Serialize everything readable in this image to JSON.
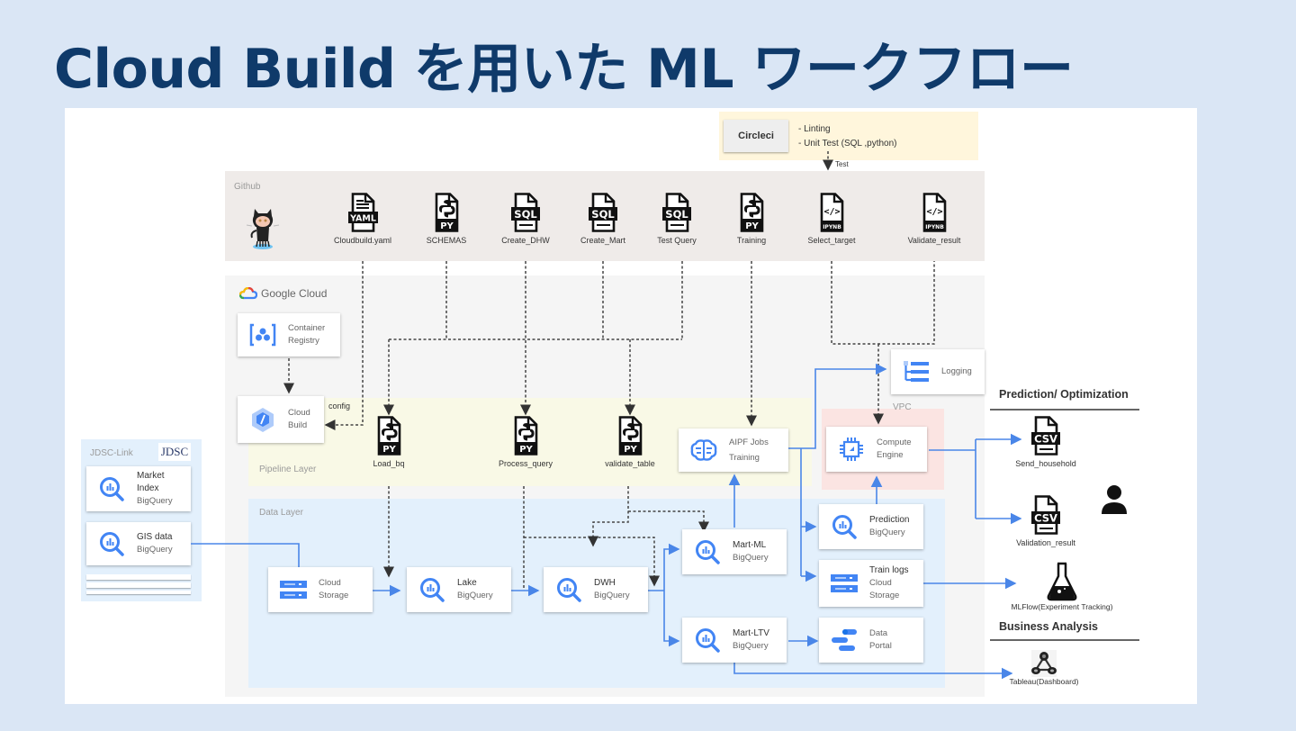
{
  "title": "Cloud Build を用いた ML ワークフロー",
  "colors": {
    "title": "#0f3a6a",
    "slide_bg": "#dae6f5",
    "gcp_blue": "#4285f4",
    "arrow_blue": "#4a86e8",
    "dashed": "#444444",
    "github_bg": "#efebe9",
    "pipeline_bg": "#f9f9e6",
    "data_bg": "#e3f0fc",
    "vpc_bg": "#fbe4e2",
    "circleci_bg": "#fff6dc"
  },
  "circleci": {
    "label": "Circleci",
    "items": [
      "- Linting",
      "- Unit Test (SQL ,python)"
    ],
    "arrow_label": "Test"
  },
  "github": {
    "label": "Github",
    "files": [
      {
        "type": "YAML",
        "label": "Cloudbuild.yaml"
      },
      {
        "type": "PY",
        "label": "SCHEMAS"
      },
      {
        "type": "SQL",
        "label": "Create_DHW"
      },
      {
        "type": "SQL",
        "label": "Create_Mart"
      },
      {
        "type": "SQL",
        "label": "Test Query"
      },
      {
        "type": "PY",
        "label": "Training"
      },
      {
        "type": "IPYNB",
        "label": "Select_target"
      },
      {
        "type": "IPYNB",
        "label": "Validate_result"
      }
    ]
  },
  "google_cloud": {
    "label": "Google Cloud",
    "container_registry": {
      "line1": "Container",
      "line2": "Registry"
    },
    "cloud_build": {
      "line1": "Cloud",
      "line2": "Build"
    },
    "config_label": "config",
    "logging": {
      "line1": "Logging"
    }
  },
  "pipeline_layer": {
    "label": "Pipeline Layer",
    "files": [
      {
        "type": "PY",
        "label": "Load_bq"
      },
      {
        "type": "PY",
        "label": "Process_query"
      },
      {
        "type": "PY",
        "label": "validate_table"
      }
    ],
    "aipf": {
      "line1": "AIPF Jobs",
      "line2": "Training"
    }
  },
  "vpc": {
    "label": "VPC",
    "compute_engine": {
      "line1": "Compute",
      "line2": "Engine"
    }
  },
  "data_layer": {
    "label": "Data Layer",
    "cloud_storage": {
      "line1": "Cloud",
      "line2": "Storage"
    },
    "lake": {
      "line1": "Lake",
      "line2": "BigQuery"
    },
    "dwh": {
      "line1": "DWH",
      "line2": "BigQuery"
    },
    "mart_ml": {
      "line1": "Mart-ML",
      "line2": "BigQuery"
    },
    "mart_ltv": {
      "line1": "Mart-LTV",
      "line2": "BigQuery"
    },
    "prediction": {
      "line1": "Prediction",
      "line2": "BigQuery"
    },
    "train_logs": {
      "line1": "Train logs",
      "line2": "Cloud",
      "line3": "Storage"
    },
    "data_portal": {
      "line1": "Data",
      "line2": "Portal"
    }
  },
  "jdsc": {
    "label": "JDSC-Link",
    "logo": "JDSC",
    "market_index": {
      "line1": "Market",
      "line2": "Index",
      "line3": "BigQuery"
    },
    "gis": {
      "line1": "GIS data",
      "line2": "BigQuery"
    }
  },
  "outputs": {
    "prediction_header": "Prediction/ Optimization",
    "send_household": {
      "type": "CSV",
      "label": "Send_household"
    },
    "validation_result": {
      "type": "CSV",
      "label": "Validation_result"
    },
    "mlflow": {
      "label": "MLFlow(Experiment Tracking)"
    },
    "business_header": "Business Analysis",
    "tableau": {
      "label": "Tableau(Dashboard)"
    }
  }
}
